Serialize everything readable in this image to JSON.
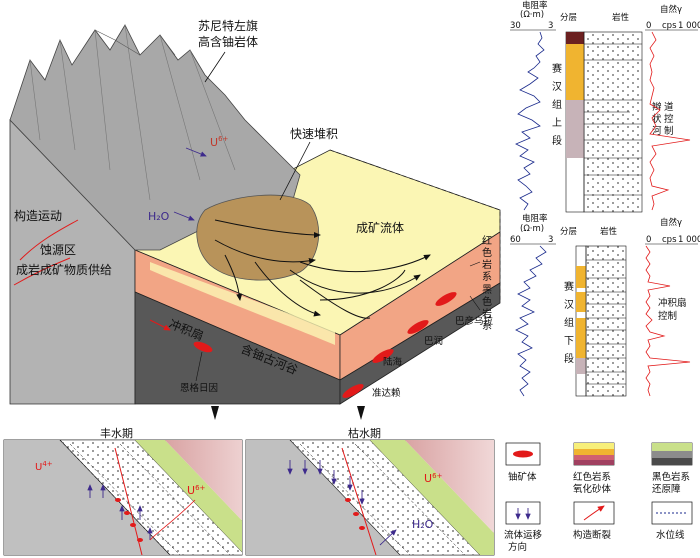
{
  "block": {
    "title_l1": "苏尼特左旗",
    "title_l2": "高含铀岩体",
    "rapid": "快速堆积",
    "fluid": "成矿流体",
    "u6": "U",
    "u6_sup": "6+",
    "h2o": "H₂O",
    "tectonic": "构造运动",
    "erosion": "蚀源区",
    "supply": "成岩成矿物质供给",
    "red_system": "红色岩系",
    "black_system": "黑色岩系",
    "fan": "冲积扇",
    "valley": "含铀古河谷",
    "deposits": [
      "巴彦乌拉",
      "巴润",
      "陆海",
      "准达赖",
      "恩格日因"
    ]
  },
  "logs": {
    "top": {
      "resist_title": "电阻率",
      "resist_unit": "(Ω·m)",
      "resist_min": "30",
      "resist_max": "3",
      "layer": "分层",
      "litho": "岩性",
      "gamma_title": "自然γ",
      "gamma_unit": "cps",
      "gamma_min": "0",
      "gamma_max": "1 000",
      "strat": [
        "赛",
        "汉",
        "组",
        "上",
        "段"
      ],
      "note": "辫状河道控制"
    },
    "bottom": {
      "resist_title": "电阻率",
      "resist_unit": "(Ω·m)",
      "resist_min": "60",
      "resist_max": "3",
      "layer": "分层",
      "litho": "岩性",
      "gamma_title": "自然γ",
      "gamma_min": "0",
      "gamma_unit": "cps",
      "gamma_max": "1 000",
      "strat": [
        "赛",
        "汉",
        "组",
        "下",
        "段"
      ],
      "note": "冲积扇控制"
    }
  },
  "sections": {
    "wet": "丰水期",
    "dry": "枯水期",
    "u6": "U",
    "u4": "U",
    "sup6": "6+",
    "sup4": "4+",
    "h2o": "H₂O"
  },
  "legend": {
    "ore": "铀矿体",
    "red_l1": "红色岩系",
    "red_l2": "氧化砂体",
    "black_l1": "黑色岩系",
    "black_l2": "还原障",
    "flow_l1": "流体运移",
    "flow_l2": "方向",
    "fault": "构造断裂",
    "water": "水位线"
  },
  "colors": {
    "mountain": "#a8a8a8",
    "sand_yellow": "#fbf6b4",
    "pink": "#f2a585",
    "dark_gray": "#585858",
    "ore_red": "#e21a1a",
    "flow_purple": "#3d2a8c",
    "green": "#c9e08a",
    "brown": "#b8935a"
  }
}
